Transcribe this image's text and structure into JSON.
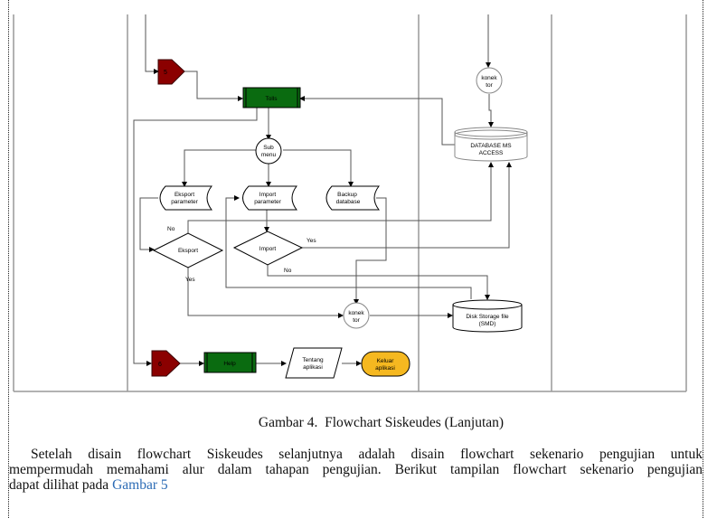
{
  "diagram": {
    "nodes": {
      "offpage_5": "5",
      "tolls": "Tolls",
      "sub_menu": [
        "Sub",
        "menu"
      ],
      "eksport_parameter": [
        "Eksport",
        "parameter"
      ],
      "import_parameter": [
        "Import",
        "parameter"
      ],
      "backup_database": [
        "Backup",
        "database"
      ],
      "eksport_decision": "Eksport",
      "import_decision": "Import",
      "konektor_top": [
        "konek",
        "tor"
      ],
      "konektor_mid": [
        "konek",
        "tor"
      ],
      "database_ms_access": [
        "DATABASE MS",
        "ACCESS"
      ],
      "disk_storage": [
        "Disk Storage file",
        "(SMD)"
      ],
      "offpage_6": "6",
      "help": "Help",
      "tentang_aplikasi": [
        "Tentang",
        "aplikasi"
      ],
      "keluar_aplikasi": [
        "Keluar",
        "aplikasi"
      ]
    },
    "edge_labels": {
      "eksport_no": "No",
      "eksport_yes": "Yes",
      "import_yes": "Yes",
      "import_no": "No"
    },
    "colors": {
      "offpage": "#8b0000",
      "process": "#0a6b10",
      "terminator": "#f5b820",
      "line": "#555555"
    }
  },
  "caption": {
    "label": "Gambar 4.",
    "title": "Flowchart Siskeudes (Lanjutan)"
  },
  "paragraph": {
    "line1": "Setelah disain flowchart Siskeudes selanjutnya adalah disain flowchart sekenario pengujian untuk",
    "line2": "mempermudah memahami alur dalam tahapan pengujian. Berikut tampilan flowchart sekenario pengujian",
    "line3_text": "dapat dilihat pada ",
    "line3_link": "Gambar 5"
  }
}
